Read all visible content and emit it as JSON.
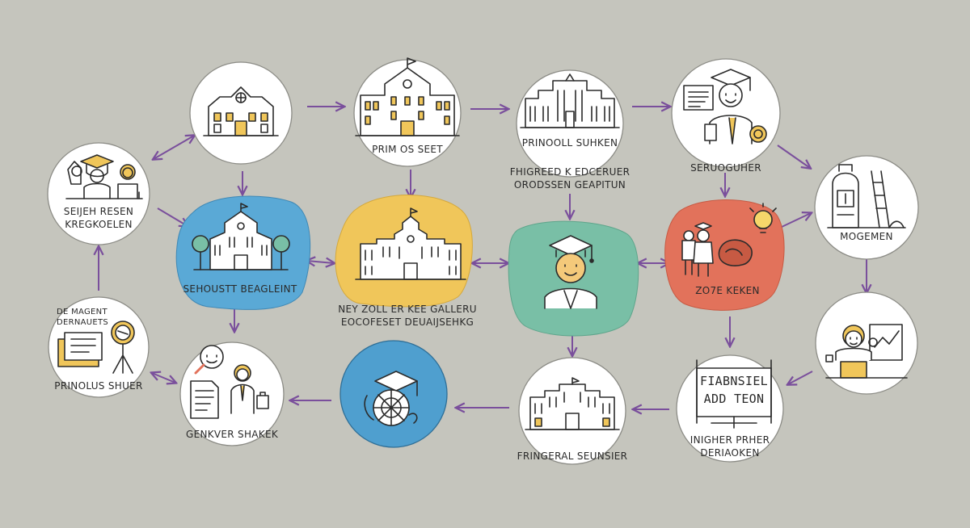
{
  "colors": {
    "background": "#c5c5bd",
    "arrow": "#7a4f9c",
    "blue": "#5aa9d6",
    "yellow": "#f0c65a",
    "teal": "#79bfa6",
    "coral": "#e2725b",
    "circle_blue": "#4f9fcf"
  },
  "nodes": {
    "n1": {
      "line1": "SEIJEH RESEN",
      "line2": "KREGKOELEN"
    },
    "n2": {
      "line1": ""
    },
    "n3": {
      "line1": "PRIM OS SEET"
    },
    "n4": {
      "line1": "PRINOOLL SUHKEN"
    },
    "n4b": {
      "line1": "FHIGREED K EDCERUER",
      "line2": "ORODSSEN GEAPITUN"
    },
    "n5": {
      "line1": "SERUOGUHER"
    },
    "n6": {
      "line1": "MOGEMEN"
    },
    "b1": {
      "line1": "SEHOUSTT BEAGLEINT"
    },
    "b2": {
      "line1": "NEY ZOLL ER KEE GALLERU",
      "line2": "EOCOFESET DEUAIJSEHKG"
    },
    "b3": {
      "line1": ""
    },
    "b4": {
      "line1": "ZO7E KEKEN"
    },
    "n7": {
      "line1": "DE MAGENT",
      "line2": "DERNAUETS",
      "line3": "PRINOLUS SHUER"
    },
    "n8": {
      "line1": "GENKVER SHAKEK"
    },
    "n9": {
      "line1": ""
    },
    "n10": {
      "line1": "FRINGERAL SEUNSIER"
    },
    "n11": {
      "line1": "INIGHER PRHER",
      "line2": "DERIAOKEN",
      "sign1": "FIABNSIEL",
      "sign2": "ADD TEON"
    },
    "n12": {
      "line1": ""
    }
  },
  "icons": {
    "n1": "graduates-icon",
    "n2": "school-building-icon",
    "n3": "university-building-icon",
    "n4": "college-building-icon",
    "n5": "graduate-with-diploma-icon",
    "n6": "backpack-and-ladder-icon",
    "b1": "school-with-trees-icon",
    "b2": "large-campus-icon",
    "b3": "graduate-student-icon",
    "b4": "parents-and-idea-icon",
    "n7": "documents-and-easel-icon",
    "n8": "search-document-person-icon",
    "n9": "graduation-cap-gear-icon",
    "n10": "academy-building-icon",
    "n11": "financial-sign-icon",
    "n12": "person-at-desk-icon"
  }
}
